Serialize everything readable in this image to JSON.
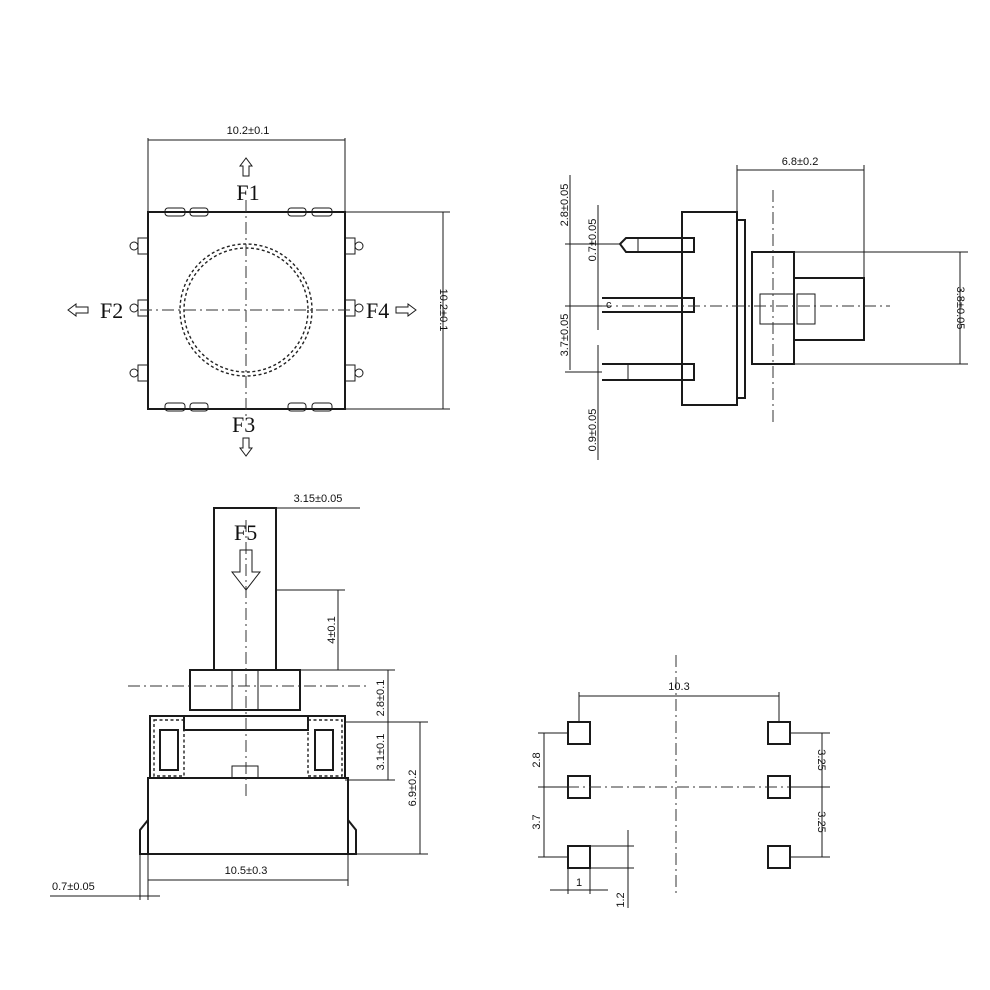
{
  "top_view": {
    "width_dim": "10.2±0.1",
    "height_dim": "10.2±0.1",
    "force_up": "F1",
    "force_left": "F2",
    "force_down": "F3",
    "force_right": "F4"
  },
  "side_view": {
    "width_dim": "6.8±0.2",
    "dim_top": "2.8±0.05",
    "dim_pin": "0.7±0.05",
    "dim_mid": "3.7±0.05",
    "dim_bottom": "0.9±0.05",
    "dim_right": "3.8±0.05",
    "pin_label": "c"
  },
  "front_view": {
    "force_press": "F5",
    "stem_width": "3.15±0.05",
    "stem_height": "4±0.1",
    "cap_height": "2.8±0.1",
    "body_height": "3.1±0.1",
    "total_height": "6.9±0.2",
    "base_width": "10.5±0.3",
    "pin_thickness": "0.7±0.05"
  },
  "footprint": {
    "pad_spacing": "10.3",
    "left_upper": "2.8",
    "left_lower": "3.7",
    "right_upper": "3.25",
    "right_lower": "3.25",
    "pad_width": "1",
    "pad_height": "1.2"
  }
}
